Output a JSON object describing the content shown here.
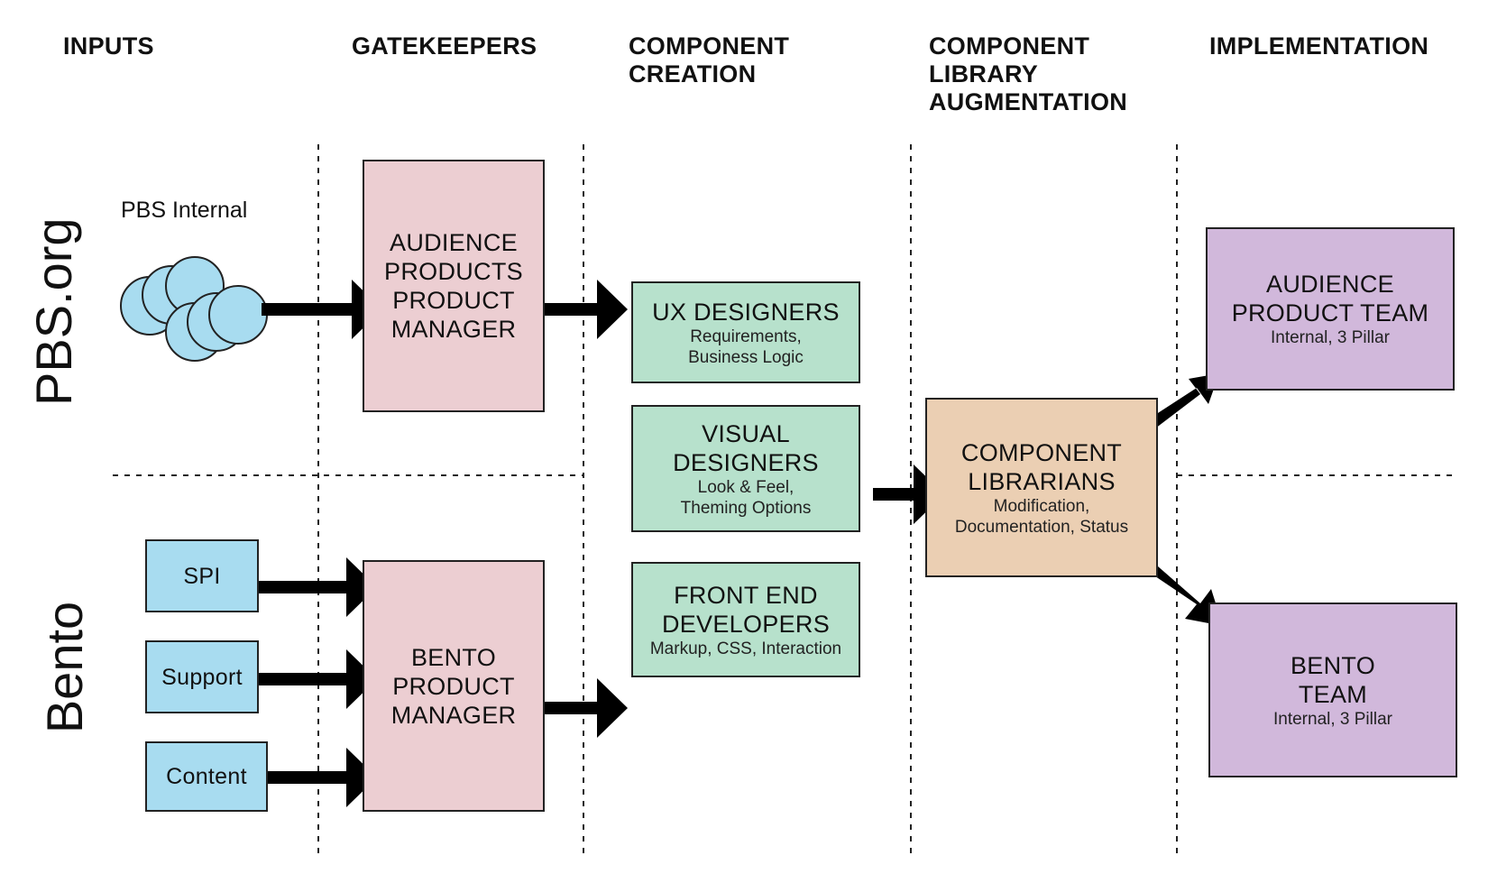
{
  "columns": {
    "inputs": "INPUTS",
    "gatekeepers": "GATEKEEPERS",
    "creation": "COMPONENT\nCREATION",
    "augmentation": "COMPONENT\nLIBRARY\nAUGMENTATION",
    "implementation": "IMPLEMENTATION"
  },
  "rows": {
    "pbs": "PBS.org",
    "bento": "Bento"
  },
  "inputs": {
    "cloud_label": "PBS Internal",
    "spi": "SPI",
    "support": "Support",
    "content": "Content"
  },
  "gatekeepers": {
    "audience_pm": "AUDIENCE\nPRODUCTS\nPRODUCT\nMANAGER",
    "bento_pm": "BENTO\nPRODUCT\nMANAGER"
  },
  "creation": {
    "ux": {
      "title": "UX DESIGNERS",
      "sub": "Requirements,\nBusiness Logic"
    },
    "visual": {
      "title": "VISUAL\nDESIGNERS",
      "sub": "Look & Feel,\nTheming Options"
    },
    "frontend": {
      "title": "FRONT END\nDEVELOPERS",
      "sub": "Markup, CSS, Interaction"
    }
  },
  "augmentation": {
    "librarians": {
      "title": "COMPONENT\nLIBRARIANS",
      "sub": "Modification,\nDocumentation, Status"
    }
  },
  "implementation": {
    "audience_team": {
      "title": "AUDIENCE\nPRODUCT TEAM",
      "sub": "Internal, 3 Pillar"
    },
    "bento_team": {
      "title": "BENTO\nTEAM",
      "sub": "Internal, 3 Pillar"
    }
  },
  "colors": {
    "gatekeeper": "#ecced2",
    "creation": "#b7e1cc",
    "input": "#a8dcf0",
    "librarian": "#ebcfb3",
    "team": "#d1b8db",
    "arrow": "#000000"
  }
}
